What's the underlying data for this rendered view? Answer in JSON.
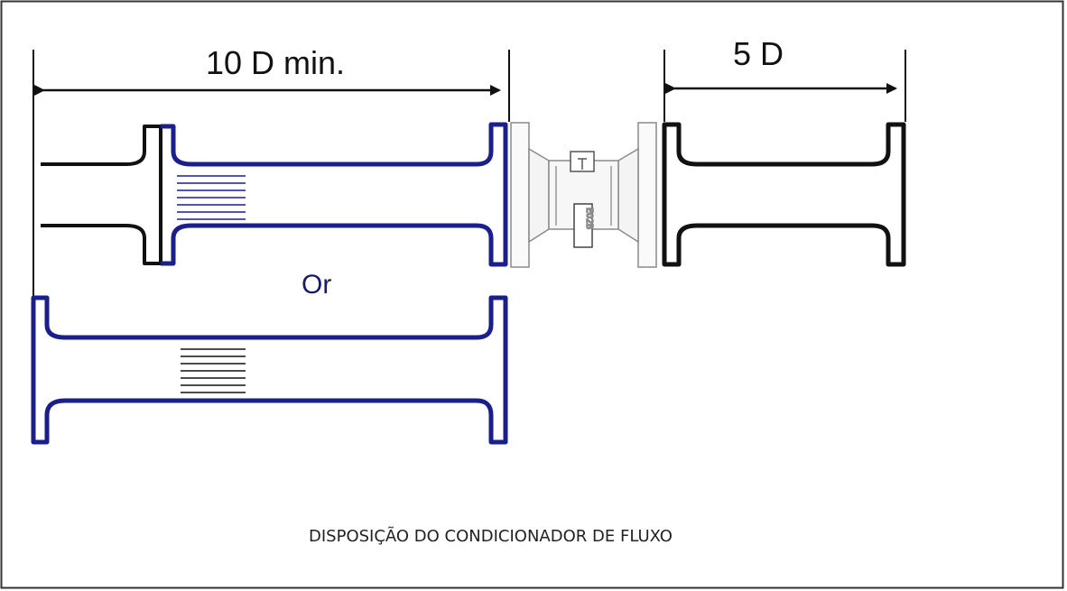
{
  "dimension_left": "10 D  min.",
  "dimension_right": "5 D",
  "or_label": "Or",
  "caption": "DISPOSIÇÃO DO CONDICIONADOR DE FLUXO",
  "meter_marking": "EO2B",
  "colors": {
    "blue_pipe": "#1a1f8c",
    "black_pipe": "#111111",
    "meter_gray": "#8a8a8a",
    "frame": "#333333"
  }
}
